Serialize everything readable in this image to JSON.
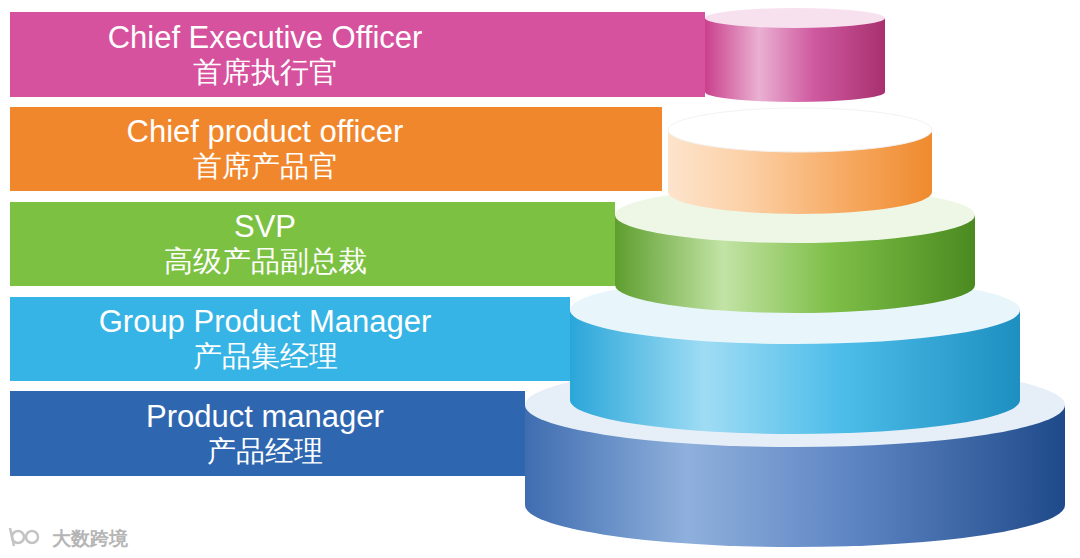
{
  "diagram": {
    "nodes": [
      {
        "text": [
          "Chief Executive Officer",
          "首席执行官"
        ]
      },
      {
        "text": [
          "Chief product officer",
          "首席产品官"
        ]
      },
      {
        "text": [
          "SVP",
          "高级产品副总裁"
        ]
      },
      {
        "text": [
          "Group Product Manager",
          "产品集经理"
        ]
      },
      {
        "text": [
          "Product manager",
          "产品经理"
        ]
      }
    ],
    "labels": [
      "大数跨境"
    ]
  }
}
